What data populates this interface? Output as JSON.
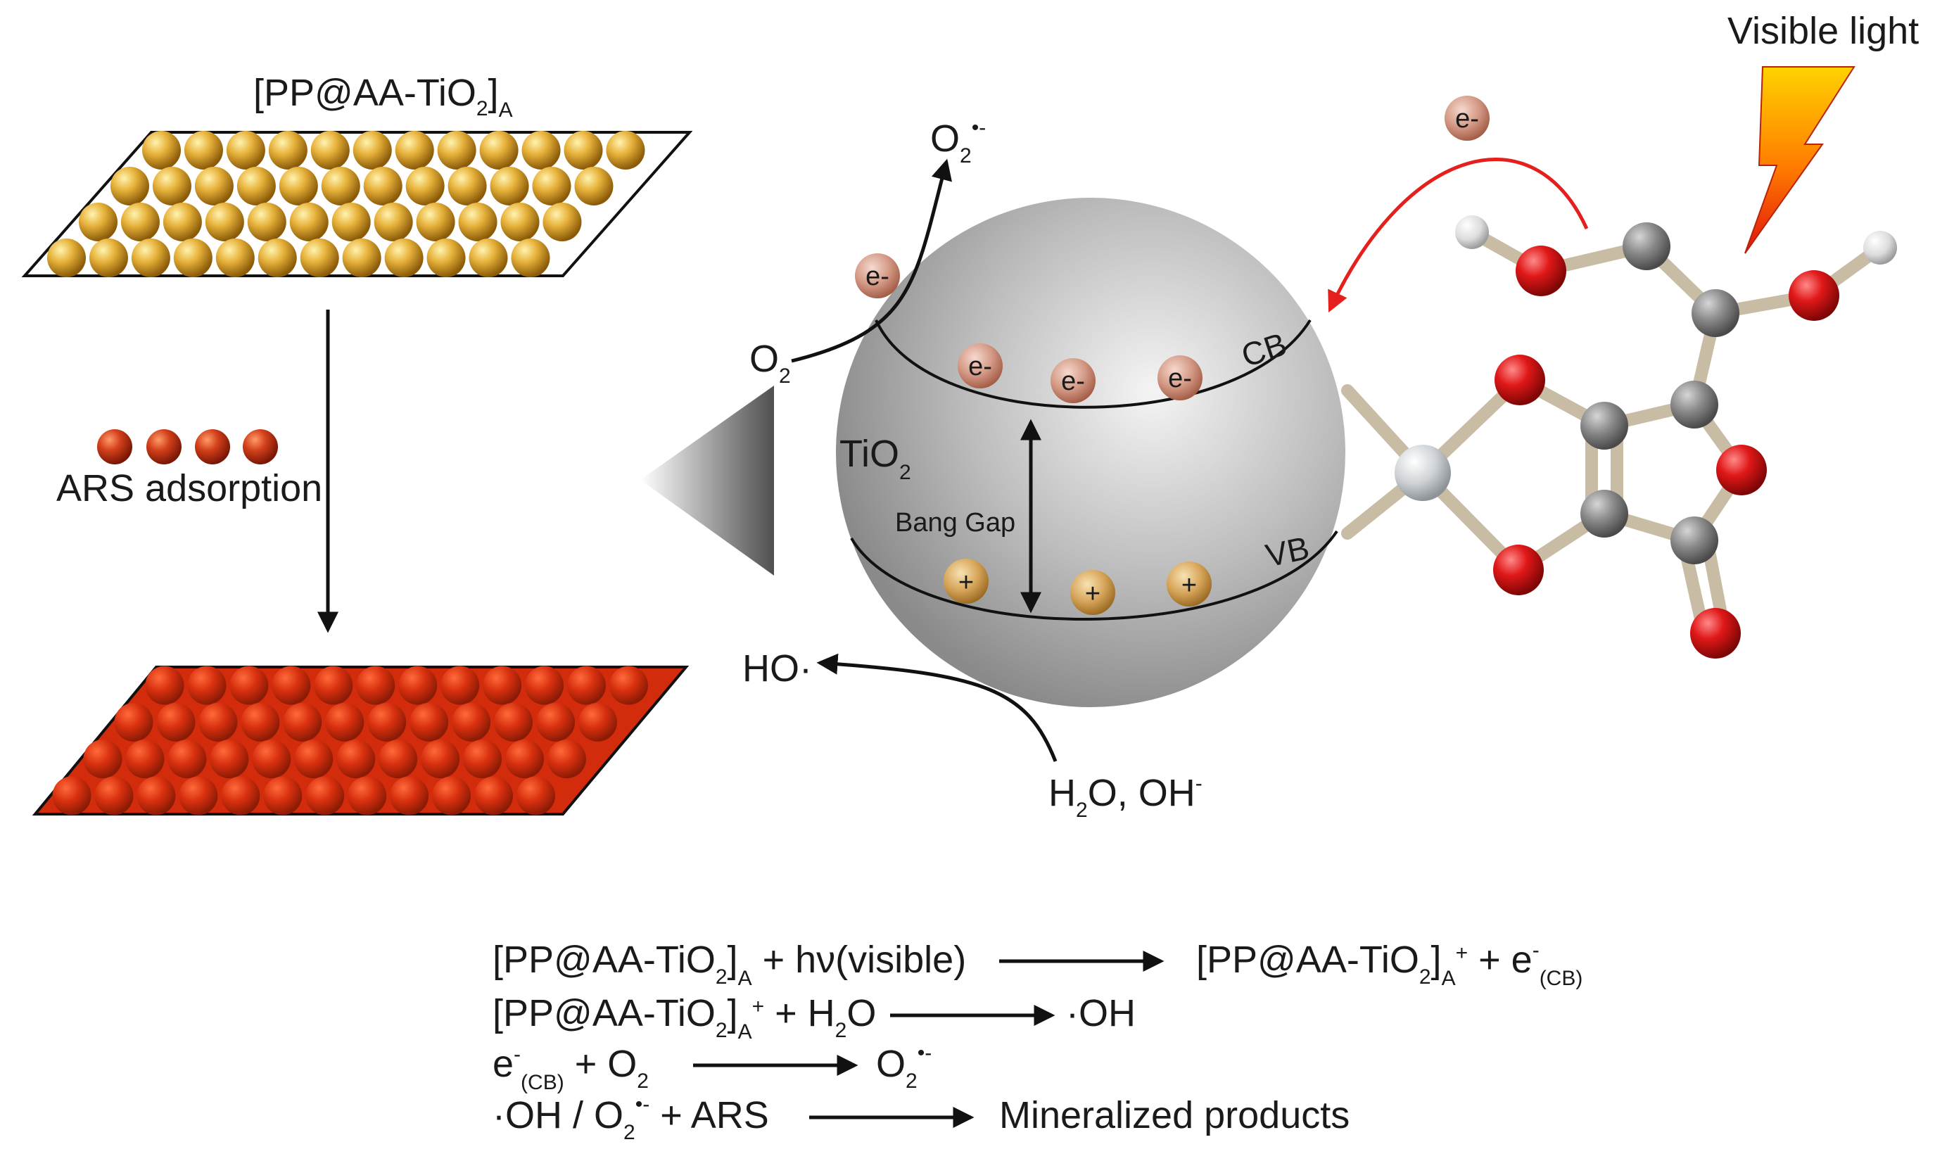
{
  "title": {
    "base": "[PP@AA-TiO",
    "sub2": "2",
    "close": "]",
    "subA": "A"
  },
  "adsorption_label": "ARS adsorption",
  "sphere": {
    "material_base": "TiO",
    "material_sub": "2",
    "cb_label": "CB",
    "vb_label": "VB",
    "gap_label": "Bang Gap"
  },
  "electron_label": "e-",
  "hole_label": "+",
  "light_label": "Visible light",
  "species": {
    "o2_base": "O",
    "o2_sub": "2",
    "superoxide_base": "O",
    "superoxide_sub": "2",
    "superoxide_sup": "•-",
    "ho_label": "HO·",
    "water_h": "H",
    "water_sub": "2",
    "water_rest": "O, OH",
    "water_sup": "-"
  },
  "equations": [
    {
      "lhs_a": "[PP@AA-TiO",
      "lhs_a_sub": "2",
      "lhs_a_close": "]",
      "lhs_a_subA": "A",
      "lhs_b": " + hν(visible)",
      "rhs_a": "[PP@AA-TiO",
      "rhs_a_sub": "2",
      "rhs_a_close": "]",
      "rhs_a_subA": "A",
      "rhs_a_sup": "+",
      "rhs_b": " + e",
      "rhs_b_sup": "-",
      "rhs_b_sub": "(CB)"
    },
    {
      "lhs_a": "[PP@AA-TiO",
      "lhs_a_sub": "2",
      "lhs_a_close": "]",
      "lhs_a_subA": "A",
      "lhs_a_sup": "+",
      "lhs_b": " + H",
      "lhs_b_sub": "2",
      "lhs_b_end": "O",
      "rhs": "·OH"
    },
    {
      "lhs_a": "e",
      "lhs_a_sup": "-",
      "lhs_a_sub": "(CB)",
      "lhs_b": " +  O",
      "lhs_b_sub": "2",
      "rhs_base": "O",
      "rhs_sub": "2",
      "rhs_sup": "•-"
    },
    {
      "lhs_a": "·OH / O",
      "lhs_a_sub": "2",
      "lhs_a_sup": "•-",
      "lhs_b": " +  ARS",
      "rhs": "Mineralized products"
    }
  ]
}
